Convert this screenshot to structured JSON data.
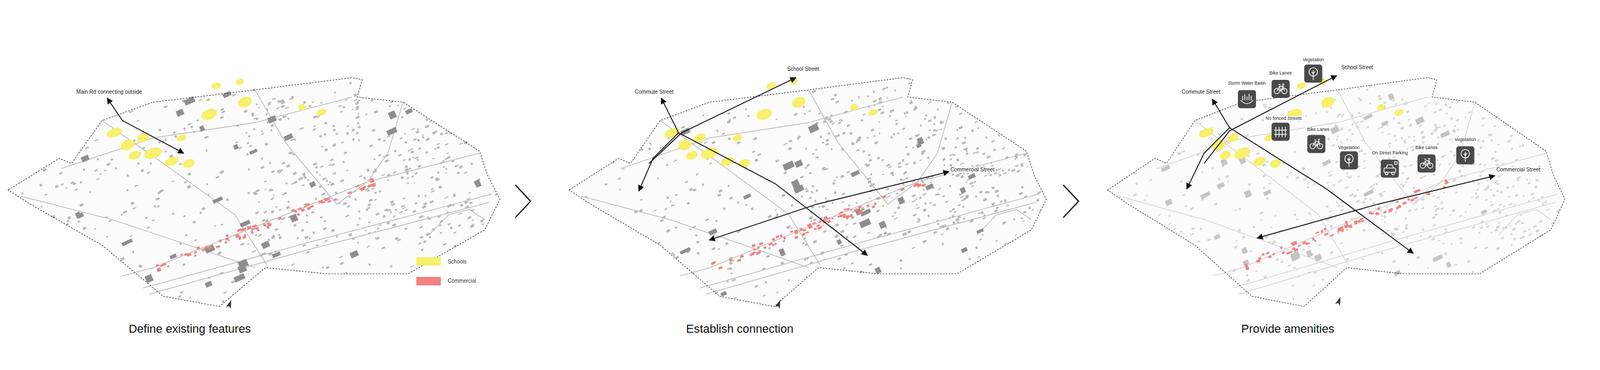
{
  "diagram": {
    "labels": [
      "Main Rd connecting outside",
      "Define existing features",
      "Commute Street",
      "School Street",
      "Commercial Street",
      "Establish connection",
      "Commute Street",
      "Storm Water Basin",
      "Bike Lanes",
      "Vegetation",
      "School Street",
      "No fenced Streets",
      "Bike Lanes",
      "Vegetation",
      "On Street Parking",
      "Bike Lanes",
      "Vegetation",
      "Commercial Street",
      "Provide amenities"
    ],
    "legend": [
      {
        "text": "Schools",
        "color": "#f7f06b"
      },
      {
        "text": "Commercial",
        "color": "#f08282"
      }
    ]
  }
}
